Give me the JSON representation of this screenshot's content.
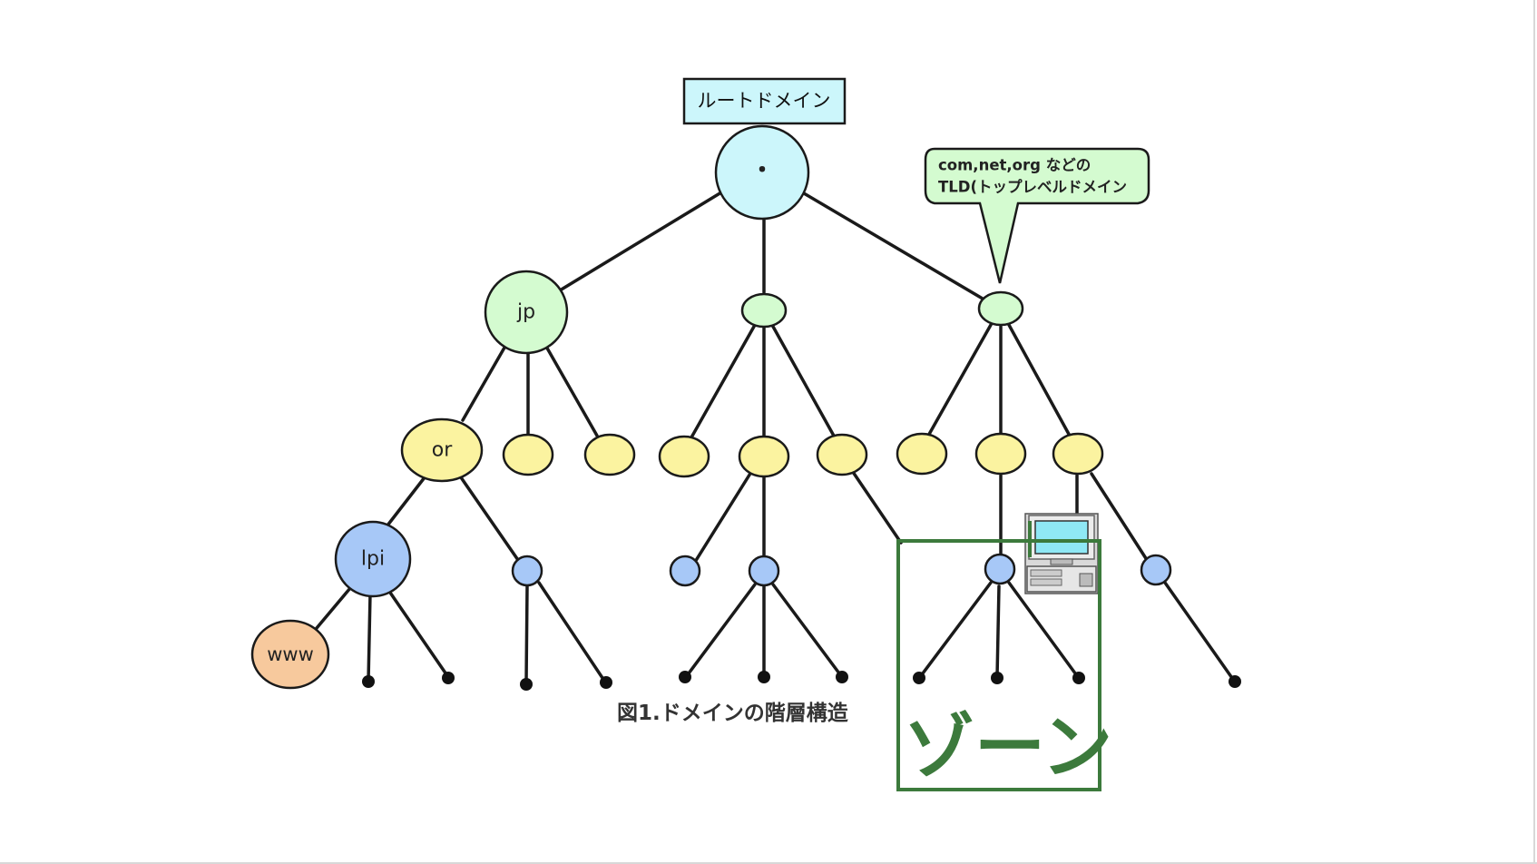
{
  "root_label": "ルートドメイン",
  "root_node_label": "・",
  "callout": {
    "line1": "com,net,org などの",
    "line2": "TLD(トップレベルドメイン"
  },
  "nodes": {
    "jp": "jp",
    "or": "or",
    "lpi": "lpi",
    "www": "www"
  },
  "caption": "図1.ドメインの階層構造",
  "zone_label": "ゾーン",
  "icons": {
    "computer": "computer-icon"
  },
  "colors": {
    "root": "#ccf6fb",
    "tld": "#d4fbd0",
    "second_level": "#fbf3a0",
    "third_level": "#a7c8f7",
    "host": "#f7c99d",
    "zone": "#3c7a3c"
  }
}
